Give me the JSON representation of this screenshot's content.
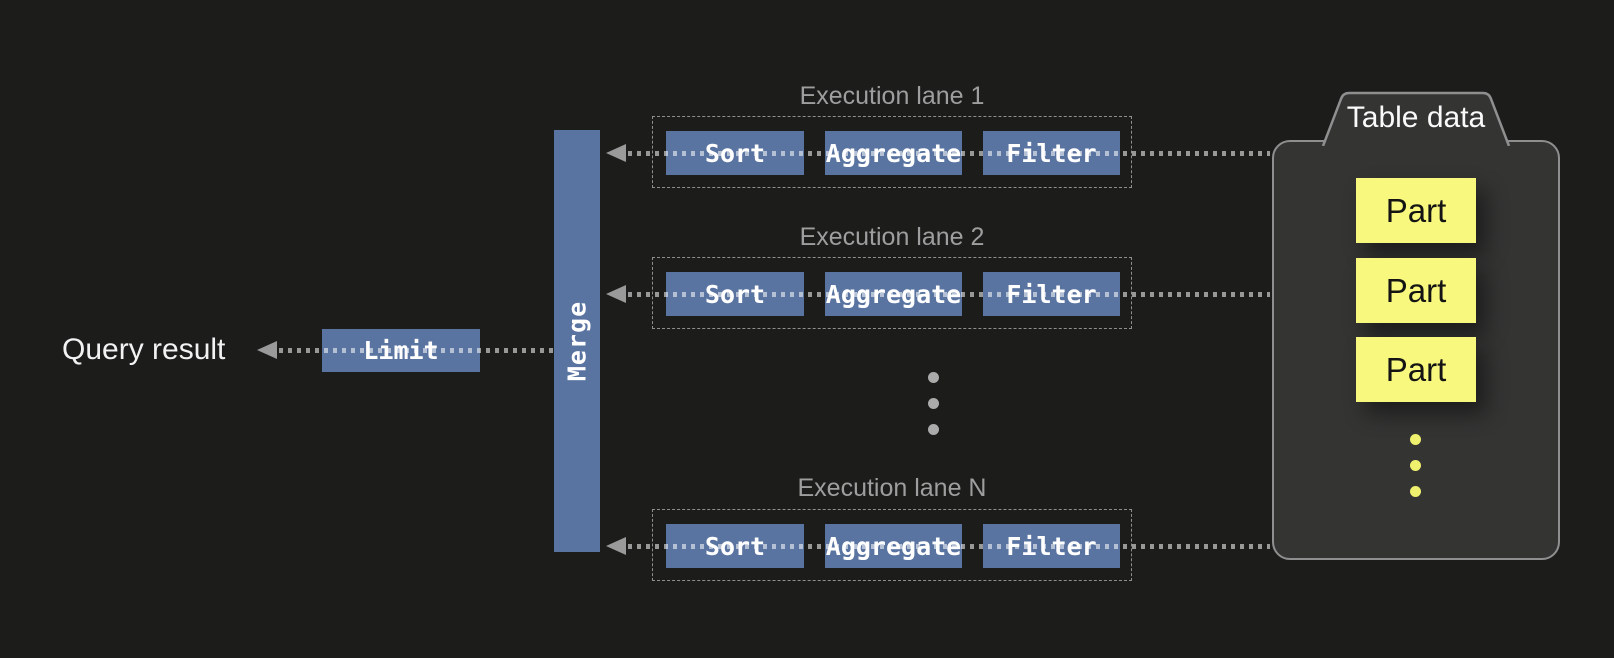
{
  "query_result": {
    "label": "Query result"
  },
  "limit": {
    "label": "Limit"
  },
  "merge": {
    "label": "Merge"
  },
  "lanes": [
    {
      "title": "Execution lane 1",
      "ops": [
        "Sort",
        "Aggregate",
        "Filter"
      ]
    },
    {
      "title": "Execution lane 2",
      "ops": [
        "Sort",
        "Aggregate",
        "Filter"
      ]
    },
    {
      "title": "Execution lane N",
      "ops": [
        "Sort",
        "Aggregate",
        "Filter"
      ]
    }
  ],
  "table_data": {
    "title": "Table data",
    "parts": [
      "Part",
      "Part",
      "Part"
    ]
  },
  "colors": {
    "background": "#1c1c1b",
    "node_blue": "#5a74a1",
    "part_yellow": "#f8f87e",
    "outline_gray": "#8f8f8f",
    "label_gray": "#9e9e9e",
    "arrow_gray": "#9a9a9a",
    "yellow_dot": "#eff06d"
  }
}
